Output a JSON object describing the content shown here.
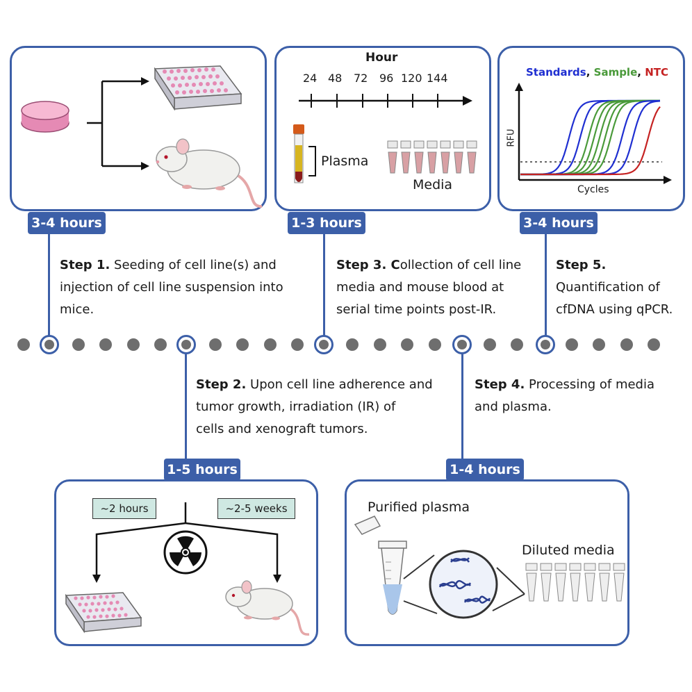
{
  "panel1": {
    "badge": "3-4 hours"
  },
  "panel2": {
    "badge": "1-3 hours",
    "axis_title": "Hour",
    "ticks": [
      "24",
      "48",
      "72",
      "96",
      "120",
      "144"
    ],
    "plasma_label": "Plasma",
    "media_label": "Media"
  },
  "panel3": {
    "badge": "3-4 hours",
    "legend_standards": "Standards",
    "legend_comma1": ",",
    "legend_sample": "Sample",
    "legend_comma2": ",",
    "legend_ntc": "NTC",
    "ylabel": "RFU",
    "xlabel": "Cycles",
    "colors": {
      "standards": "#1f2fd1",
      "sample": "#4a9a3a",
      "ntc": "#c52222"
    }
  },
  "panel4": {
    "badge": "1-5 hours",
    "tag_left": "~2 hours",
    "tag_right": "~2-5 weeks"
  },
  "panel5": {
    "badge": "1-4 hours",
    "purified": "Purified plasma",
    "diluted": "Diluted media"
  },
  "steps": {
    "s1": {
      "bold": "Step 1.",
      "line1": "Seeding of cell line(s) and",
      "line2": "injection of cell line suspension into",
      "line3": "mice."
    },
    "s2": {
      "bold": "Step 2.",
      "line1": "Upon cell line adherence and",
      "line2": "tumor growth, irradiation (IR) of",
      "line3": "cells and xenograft tumors."
    },
    "s3": {
      "bold": "Step 3. C",
      "line1": "ollection of cell line",
      "line2": "media and mouse blood at",
      "line3": "serial time points post-IR."
    },
    "s4": {
      "bold": "Step 4.",
      "line1": "Processing of media",
      "line2": "and plasma."
    },
    "s5": {
      "bold": "Step 5.",
      "line2": "Quantification of",
      "line3": "cfDNA using qPCR."
    }
  },
  "accent_color": "#3c5fa8"
}
